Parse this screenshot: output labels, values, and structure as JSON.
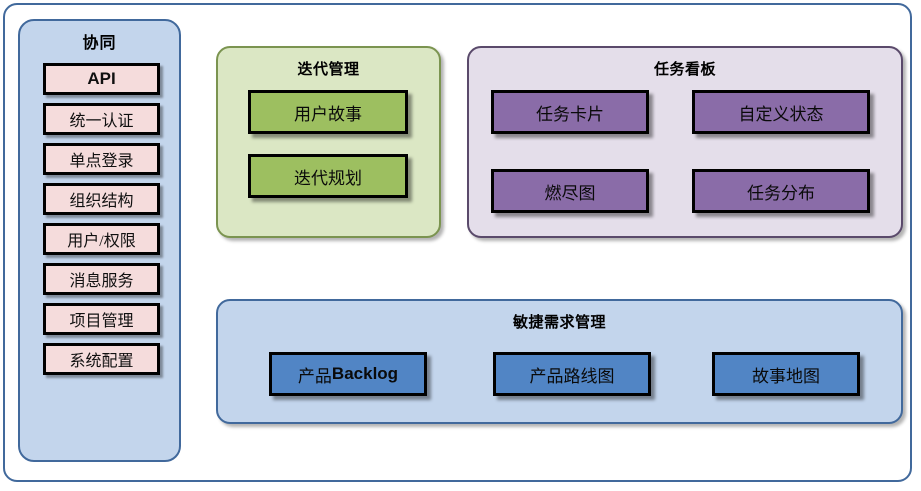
{
  "diagram": {
    "sidebar": {
      "title": "协同",
      "items": [
        {
          "label": "API",
          "style": "bold-latin"
        },
        {
          "label": "统一认证",
          "style": "serif"
        },
        {
          "label": "单点登录",
          "style": "serif"
        },
        {
          "label": "组织结构",
          "style": "serif"
        },
        {
          "label": "用户/权限",
          "style": "serif"
        },
        {
          "label": "消息服务",
          "style": "serif"
        },
        {
          "label": "项目管理",
          "style": "serif"
        },
        {
          "label": "系统配置",
          "style": "serif"
        }
      ],
      "colors": {
        "panel_bg": "#c3d5ec",
        "panel_border": "#41699c",
        "item_bg": "#f5dcdc"
      }
    },
    "panels": [
      {
        "id": "iteration",
        "title": "迭代管理",
        "colors": {
          "bg": "#dbe7c4",
          "border": "#7b9450",
          "node_bg": "#9dbf60"
        },
        "nodes": [
          {
            "label": "用户故事"
          },
          {
            "label": "迭代规划"
          }
        ]
      },
      {
        "id": "taskboard",
        "title": "任务看板",
        "colors": {
          "bg": "#e4deea",
          "border": "#5a4a6b",
          "node_bg": "#8a6ca8"
        },
        "nodes": [
          {
            "label": "任务卡片"
          },
          {
            "label": "自定义状态"
          },
          {
            "label": "燃尽图"
          },
          {
            "label": "任务分布"
          }
        ]
      },
      {
        "id": "agile",
        "title": "敏捷需求管理",
        "colors": {
          "bg": "#c3d5ec",
          "border": "#41699c",
          "node_bg": "#5185c5"
        },
        "nodes": [
          {
            "label_prefix": "产品",
            "label_bold": "Backlog"
          },
          {
            "label": "产品路线图"
          },
          {
            "label": "故事地图"
          }
        ]
      }
    ],
    "frame": {
      "border_color": "#41699c"
    }
  }
}
